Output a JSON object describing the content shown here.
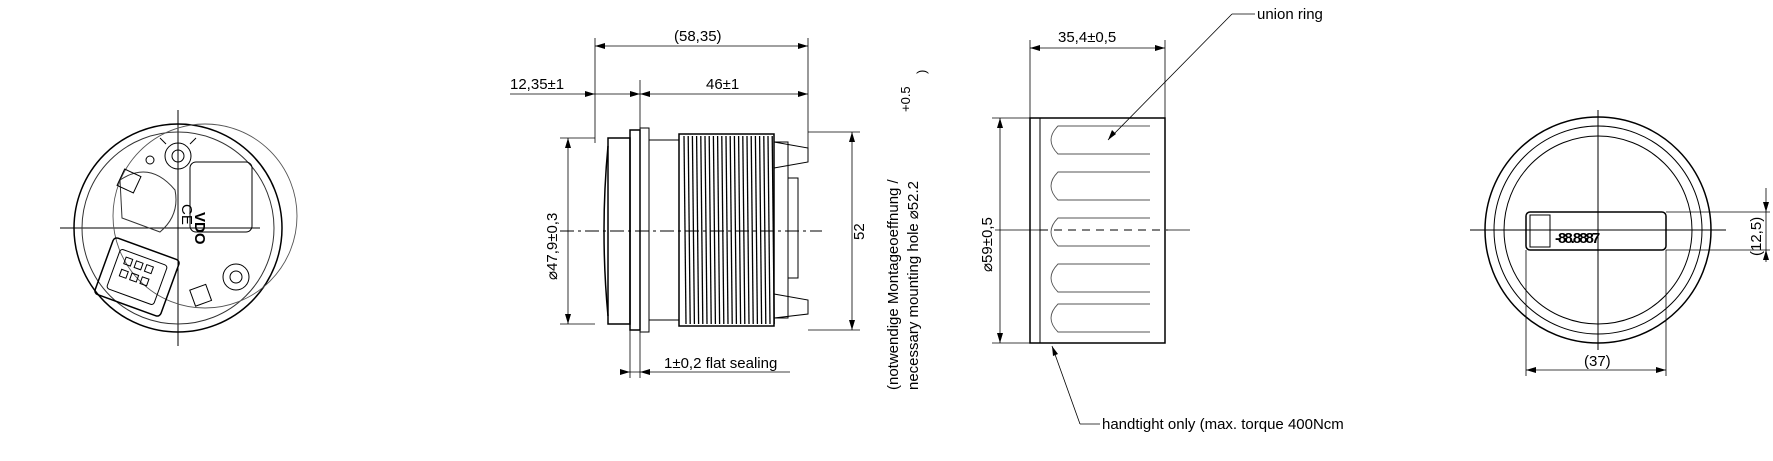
{
  "view_side": {
    "dim_overall": "(58,35)",
    "dim_front": "12,35±1",
    "dim_thread": "46±1",
    "dim_diameter": "47,9±0,3",
    "dim_flat_sealing": "1±0,2 flat sealing",
    "dim_height": "52",
    "mounting_note_line1": "(notwendige Montageoeffnung /",
    "mounting_note_line2": "necessary mounting hole",
    "mounting_hole_value": "52.2",
    "mounting_tolerance": "+0.5",
    "mounting_close_paren": ")"
  },
  "view_ring": {
    "label_union_ring": "union ring",
    "dim_width": "35,4±0,5",
    "dim_diameter": "59±0,5",
    "note_handtight": "handtight only (max. torque 400Ncm"
  },
  "view_front": {
    "dim_display_width": "(37)",
    "dim_display_height": "(12,5)",
    "display_digits": "-88.8887"
  },
  "view_back": {
    "logo_text": "VDO",
    "mark_text": "CE"
  },
  "symbols": {
    "diameter": "⌀"
  }
}
